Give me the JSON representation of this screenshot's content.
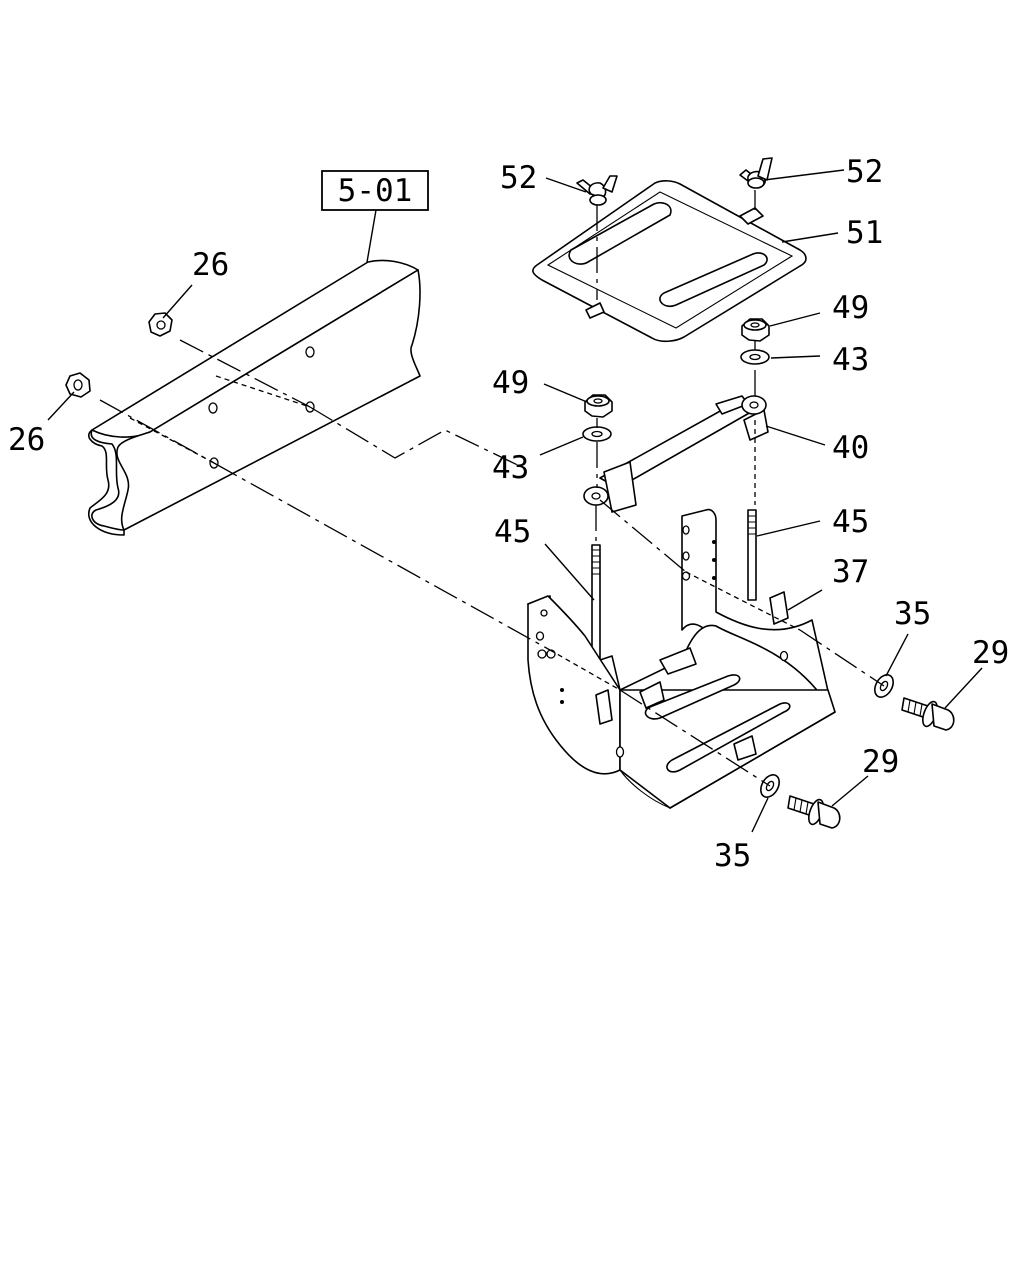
{
  "reference_box": "5-01",
  "callouts": {
    "c26_upper": "26",
    "c26_lower": "26",
    "c52_left": "52",
    "c52_right": "52",
    "c51": "51",
    "c49_right": "49",
    "c43_right": "43",
    "c49_left": "49",
    "c43_left": "43",
    "c40": "40",
    "c45_left": "45",
    "c45_right": "45",
    "c37": "37",
    "c35_upper": "35",
    "c29_upper": "29",
    "c29_lower": "29",
    "c35_lower": "35"
  },
  "icons": [
    "frame-rail",
    "battery-carrier",
    "battery-hold-down-cover",
    "wing-nut",
    "hex-nut",
    "flange-nut",
    "washer",
    "flange-bolt",
    "j-bolt",
    "hold-down-bar"
  ]
}
